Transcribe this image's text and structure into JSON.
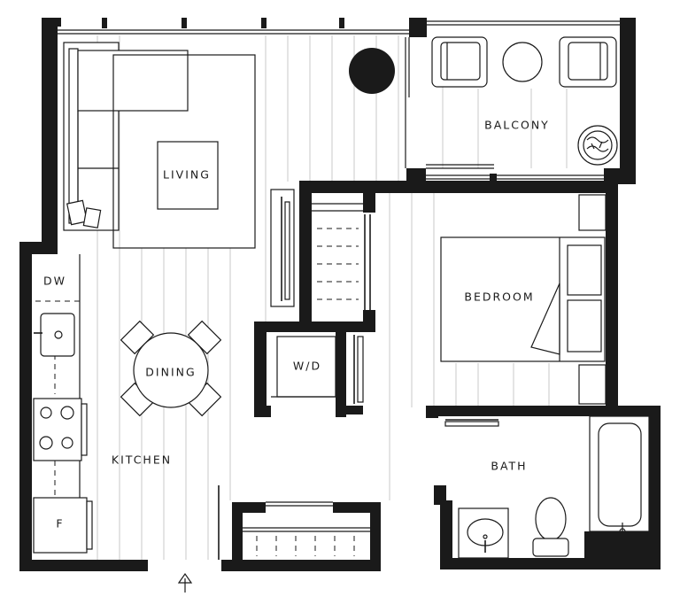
{
  "rooms": {
    "living": "LIVING",
    "balcony": "BALCONY",
    "bedroom": "BEDROOM",
    "dw": "DW",
    "dining": "DINING",
    "wd": "W/D",
    "kitchen": "KITCHEN",
    "bath": "BATH",
    "fridge": "F"
  },
  "icons": {
    "entry": "arrow-up-icon"
  }
}
